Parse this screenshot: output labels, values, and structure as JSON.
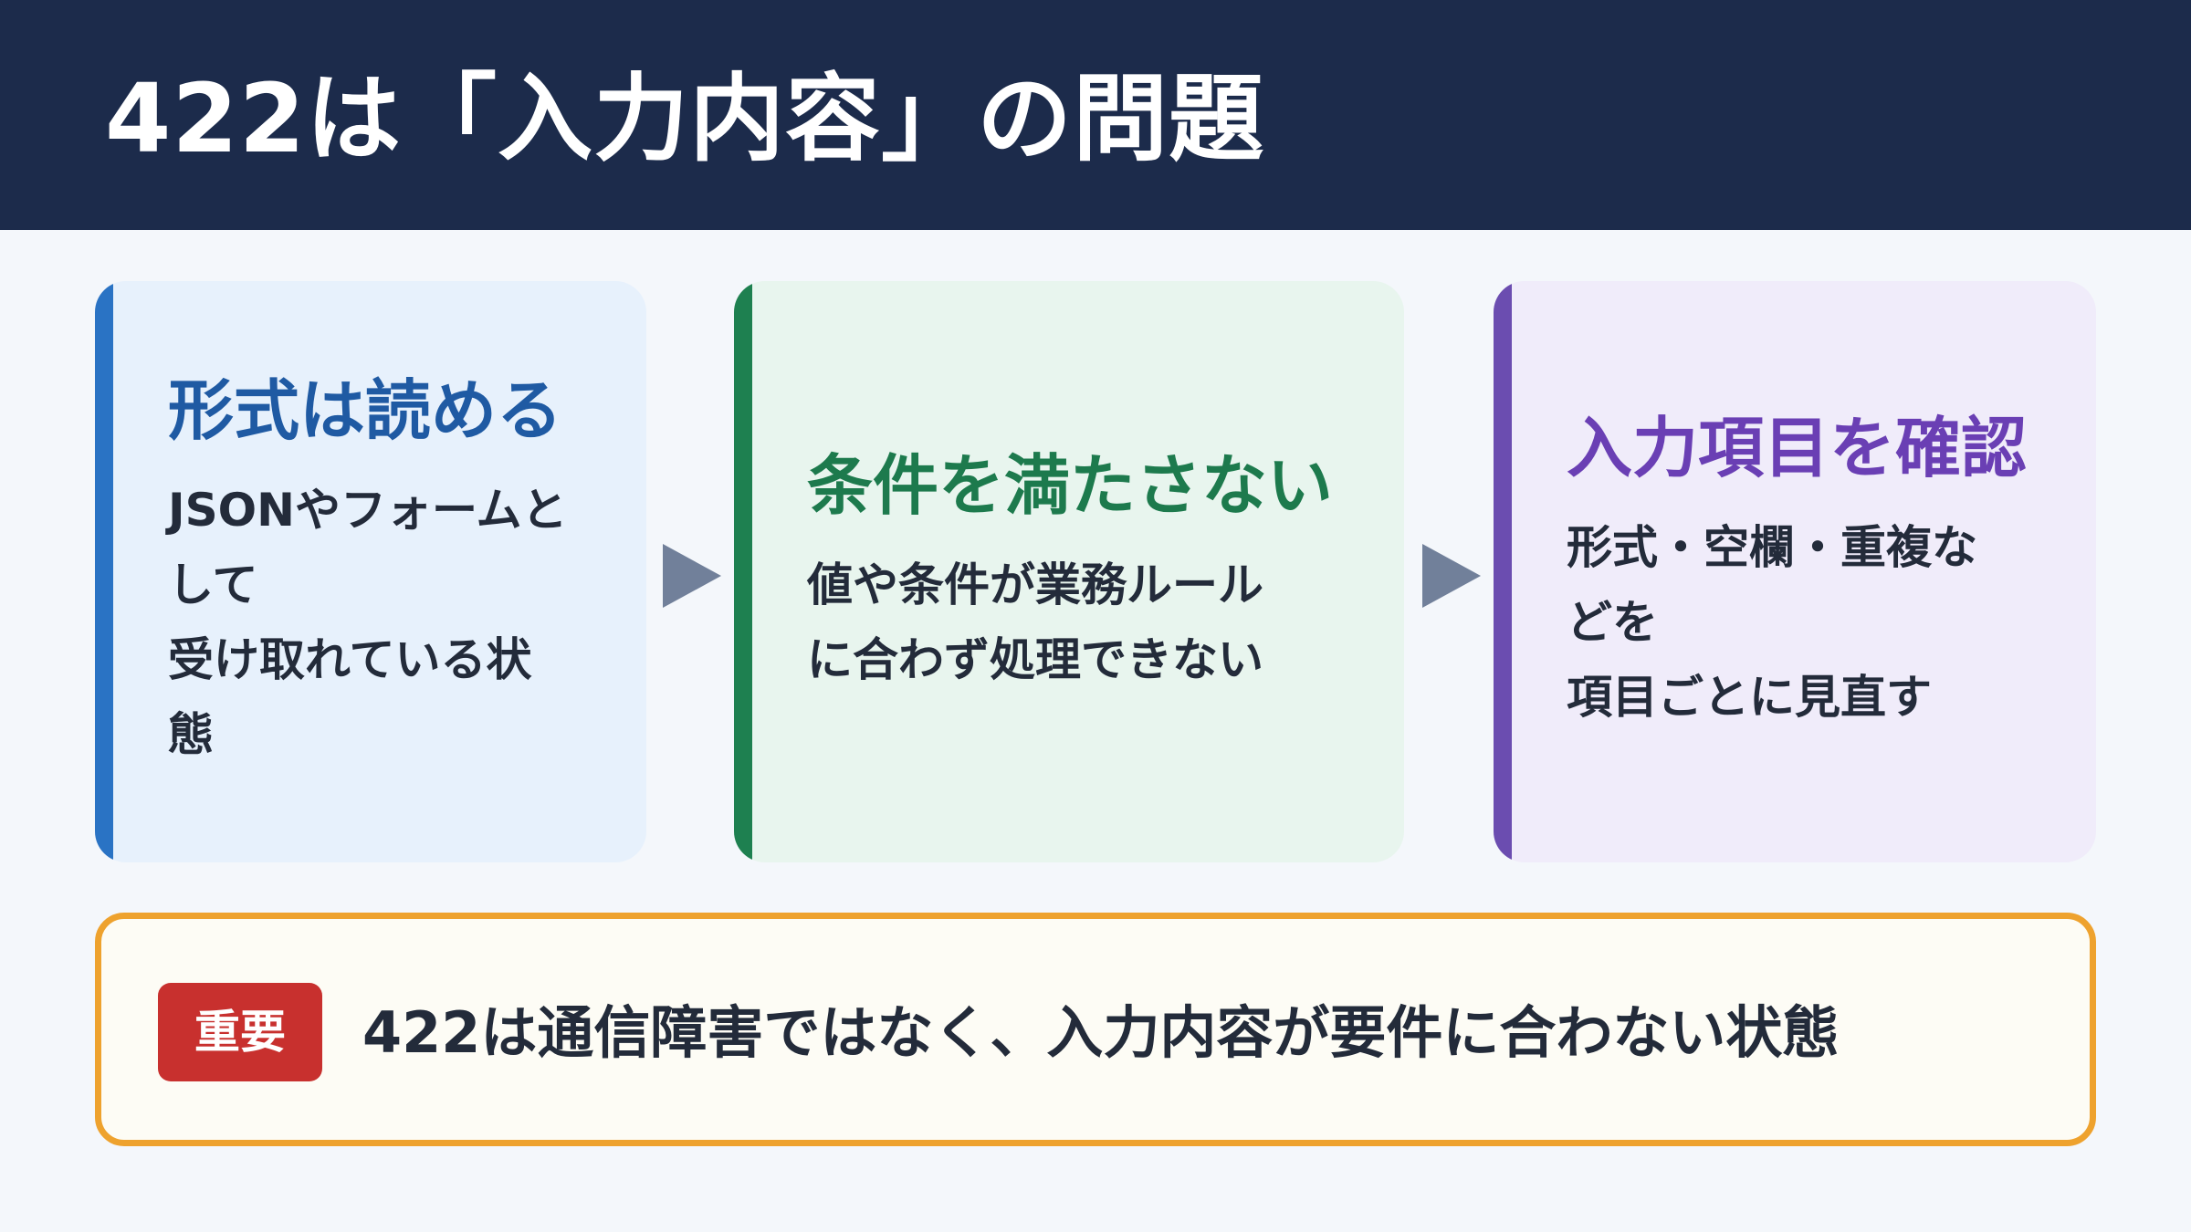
{
  "header": {
    "title": "422は「入力内容」の問題"
  },
  "cards": [
    {
      "title": "形式は読める",
      "body": "JSONやフォームと\nして\n受け取れている状\n態"
    },
    {
      "title": "条件を満たさない",
      "body": "値や条件が業務ルール\nに合わず処理できない"
    },
    {
      "title": "入力項目を確認",
      "body": "形式・空欄・重複な\nどを\n項目ごとに見直す"
    }
  ],
  "note": {
    "badge": "重要",
    "text": "422は通信障害ではなく、入力内容が要件に合わない状態"
  },
  "colors": {
    "header_bg": "#1c2b4b",
    "card1_accent": "#2a73c4",
    "card2_accent": "#1e8050",
    "card3_accent": "#6b4db0",
    "note_border": "#eea22e",
    "badge_bg": "#c8302e",
    "arrow": "#71809a"
  },
  "icons": [
    "arrow-right-icon",
    "arrow-right-icon"
  ]
}
